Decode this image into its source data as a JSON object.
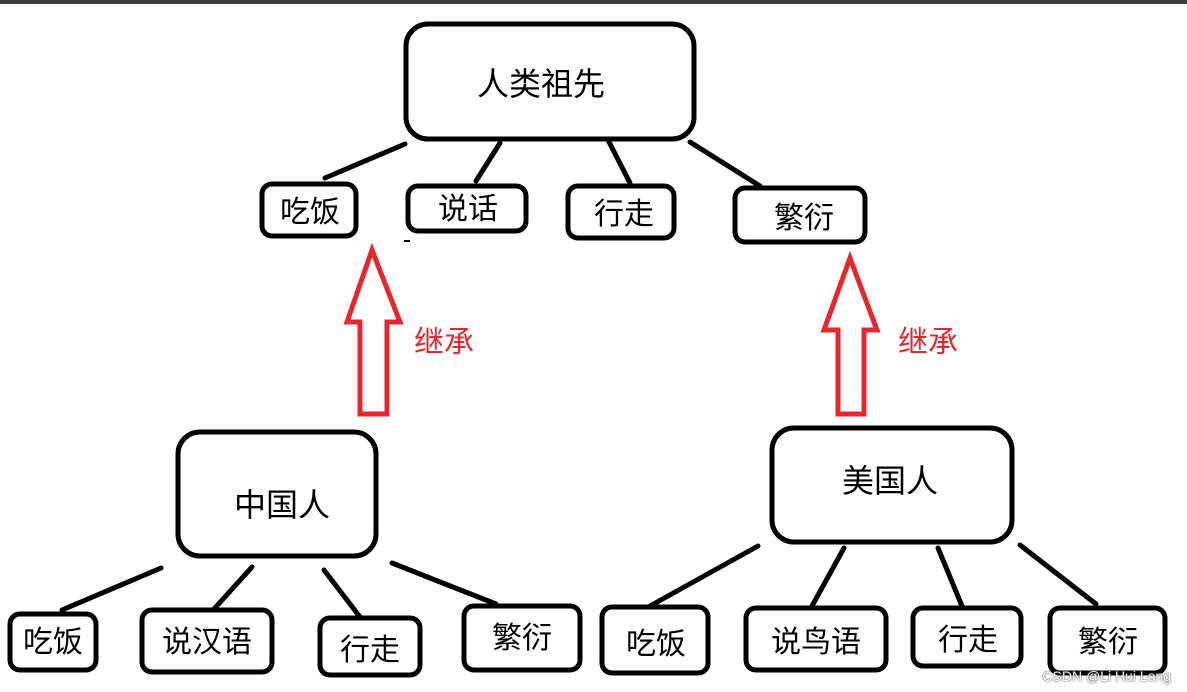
{
  "colors": {
    "stroke": "#000000",
    "arrow": "#e8262d",
    "label": "#e8262d",
    "watermark": "#ffffff"
  },
  "root": {
    "label": "人类祖先"
  },
  "root_traits": [
    "吃饭",
    "说话",
    "行走",
    "繁衍"
  ],
  "left_child": {
    "label": "中国人",
    "traits": [
      "吃饭",
      "说汉语",
      "行走",
      "繁衍"
    ]
  },
  "right_child": {
    "label": "美国人",
    "traits": [
      "吃饭",
      "说鸟语",
      "行走",
      "繁衍"
    ]
  },
  "arrows": {
    "left_label": "继承",
    "right_label": "继承"
  },
  "watermark": "CSDN @Li Hui Long"
}
